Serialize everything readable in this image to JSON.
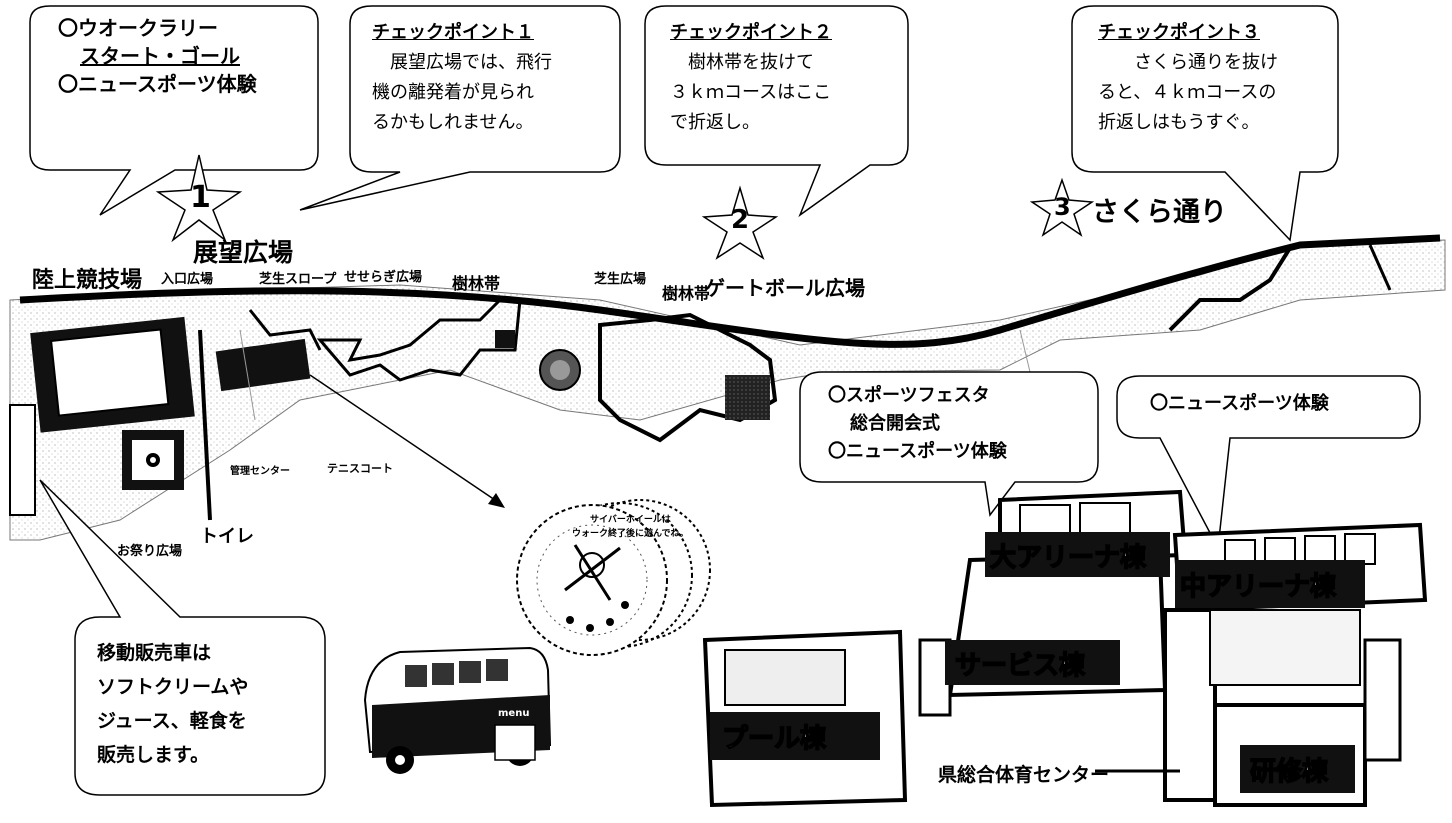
{
  "bubbles": {
    "top_left": {
      "line1": "〇ウオークラリー",
      "line2": "スタート・ゴール",
      "line3": "〇ニュースポーツ体験"
    },
    "cp1": {
      "title": "チェックポイント１",
      "line1": "展望広場では、飛行",
      "line2": "機の離発着が見られ",
      "line3": "るかもしれません。"
    },
    "cp2": {
      "title": "チェックポイント２",
      "line1": "樹林帯を抜けて",
      "line2": "３ｋｍコースはここ",
      "line3": "で折返し。"
    },
    "cp3": {
      "title": "チェックポイント３",
      "line1": "さくら通りを抜け",
      "line2": "ると、４ｋｍコースの",
      "line3": "折返しはもうすぐ。"
    },
    "fiesta": {
      "line1": "〇スポーツフェスタ",
      "line2": "総合開会式",
      "line3": "〇ニュースポーツ体験"
    },
    "mid_arena": {
      "line1": "〇ニュースポーツ体験"
    },
    "vendor": {
      "line1": "移動販売車は",
      "line2": "ソフトクリームや",
      "line3": "ジュース、軽食を",
      "line4": "販売します。"
    }
  },
  "checkpoints": {
    "one": "1",
    "two": "2",
    "three": "3"
  },
  "places": {
    "stadium": "陸上競技場",
    "tenbo": "展望広場",
    "entrance": "入口広場",
    "shiba_slope": "芝生スロープ",
    "seseragi": "せせらぎ広場",
    "forest1": "樹林帯",
    "shiba_plaza": "芝生広場",
    "forest2": "樹林帯",
    "gateball": "ゲートボール広場",
    "sakura": "さくら通り",
    "kanri": "管理センター",
    "tennis": "テニスコート",
    "toilet": "トイレ",
    "omatsuri": "お祭り広場",
    "cyber_wheel_line1": "サイバーホイールは",
    "cyber_wheel_line2": "ウォーク終了後に遊んでね。",
    "menu": "menu"
  },
  "buildings": {
    "big_arena": "大アリーナ棟",
    "mid_arena": "中アリーナ棟",
    "service": "サービス棟",
    "pool": "プール棟",
    "training": "研修棟",
    "center": "県総合体育センター"
  }
}
